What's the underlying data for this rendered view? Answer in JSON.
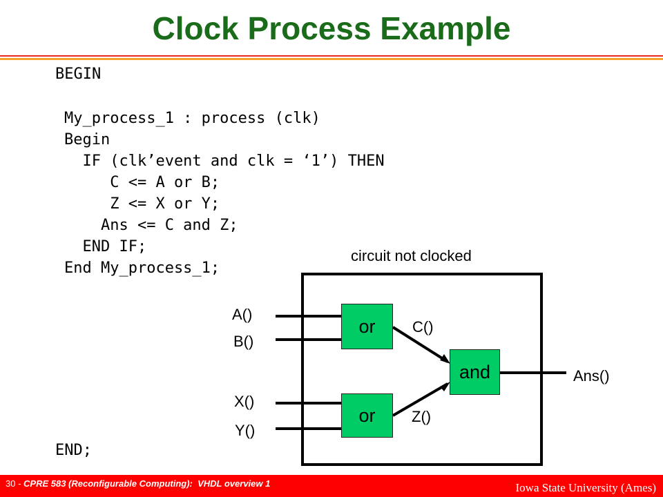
{
  "slide": {
    "title": "Clock Process Example",
    "code": {
      "begin": "BEGIN",
      "body": [
        "My_process_1 : process (clk)",
        "Begin",
        "  IF (clk’event and clk = ‘1’) THEN",
        "     C <= A or B;",
        "     Z <= X or Y;",
        "    Ans <= C and Z;",
        "  END IF;",
        "End My_process_1;"
      ],
      "end": "END;"
    }
  },
  "diagram": {
    "caption": "circuit not clocked",
    "gates": {
      "or_top": "or",
      "or_bottom": "or",
      "and": "and"
    },
    "signals": {
      "a": "A()",
      "b": "B()",
      "x": "X()",
      "y": "Y()",
      "c": "C()",
      "z": "Z()",
      "ans": "Ans()"
    },
    "colors": {
      "gate_fill": "#00cc66",
      "title": "#1a6b1a",
      "footer": "#ff0000"
    }
  },
  "footer": {
    "page": "30 - ",
    "course": "CPRE 583 (Reconfigurable Computing):  VHDL overview 1",
    "institution": "Iowa State University (Ames)"
  }
}
